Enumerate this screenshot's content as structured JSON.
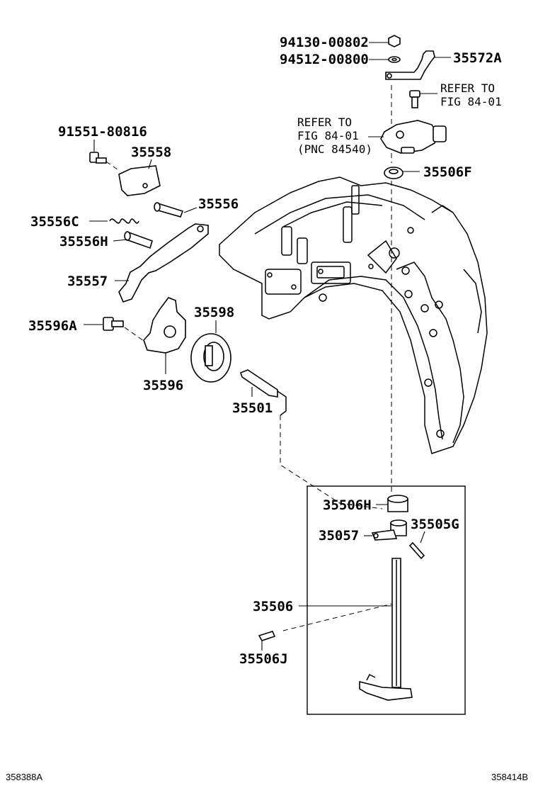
{
  "labels": {
    "p94130": "94130-00802",
    "p94512": "94512-00800",
    "p35572A": "35572A",
    "refer1_line1": "REFER TO",
    "refer1_line2": "FIG 84-01",
    "refer2_line1": "REFER TO",
    "refer2_line2": "FIG 84-01",
    "refer2_line3": "(PNC 84540)",
    "p35506F": "35506F",
    "p91551": "91551-80816",
    "p35558": "35558",
    "p35556": "35556",
    "p35556C": "35556C",
    "p35556H": "35556H",
    "p35557": "35557",
    "p35598": "35598",
    "p35596A": "35596A",
    "p35596": "35596",
    "p35501": "35501",
    "p35506H": "35506H",
    "p35505G": "35505G",
    "p35057": "35057",
    "p35506": "35506",
    "p35506J": "35506J"
  },
  "footer": {
    "left_code": "358388A",
    "right_code": "358414B"
  }
}
